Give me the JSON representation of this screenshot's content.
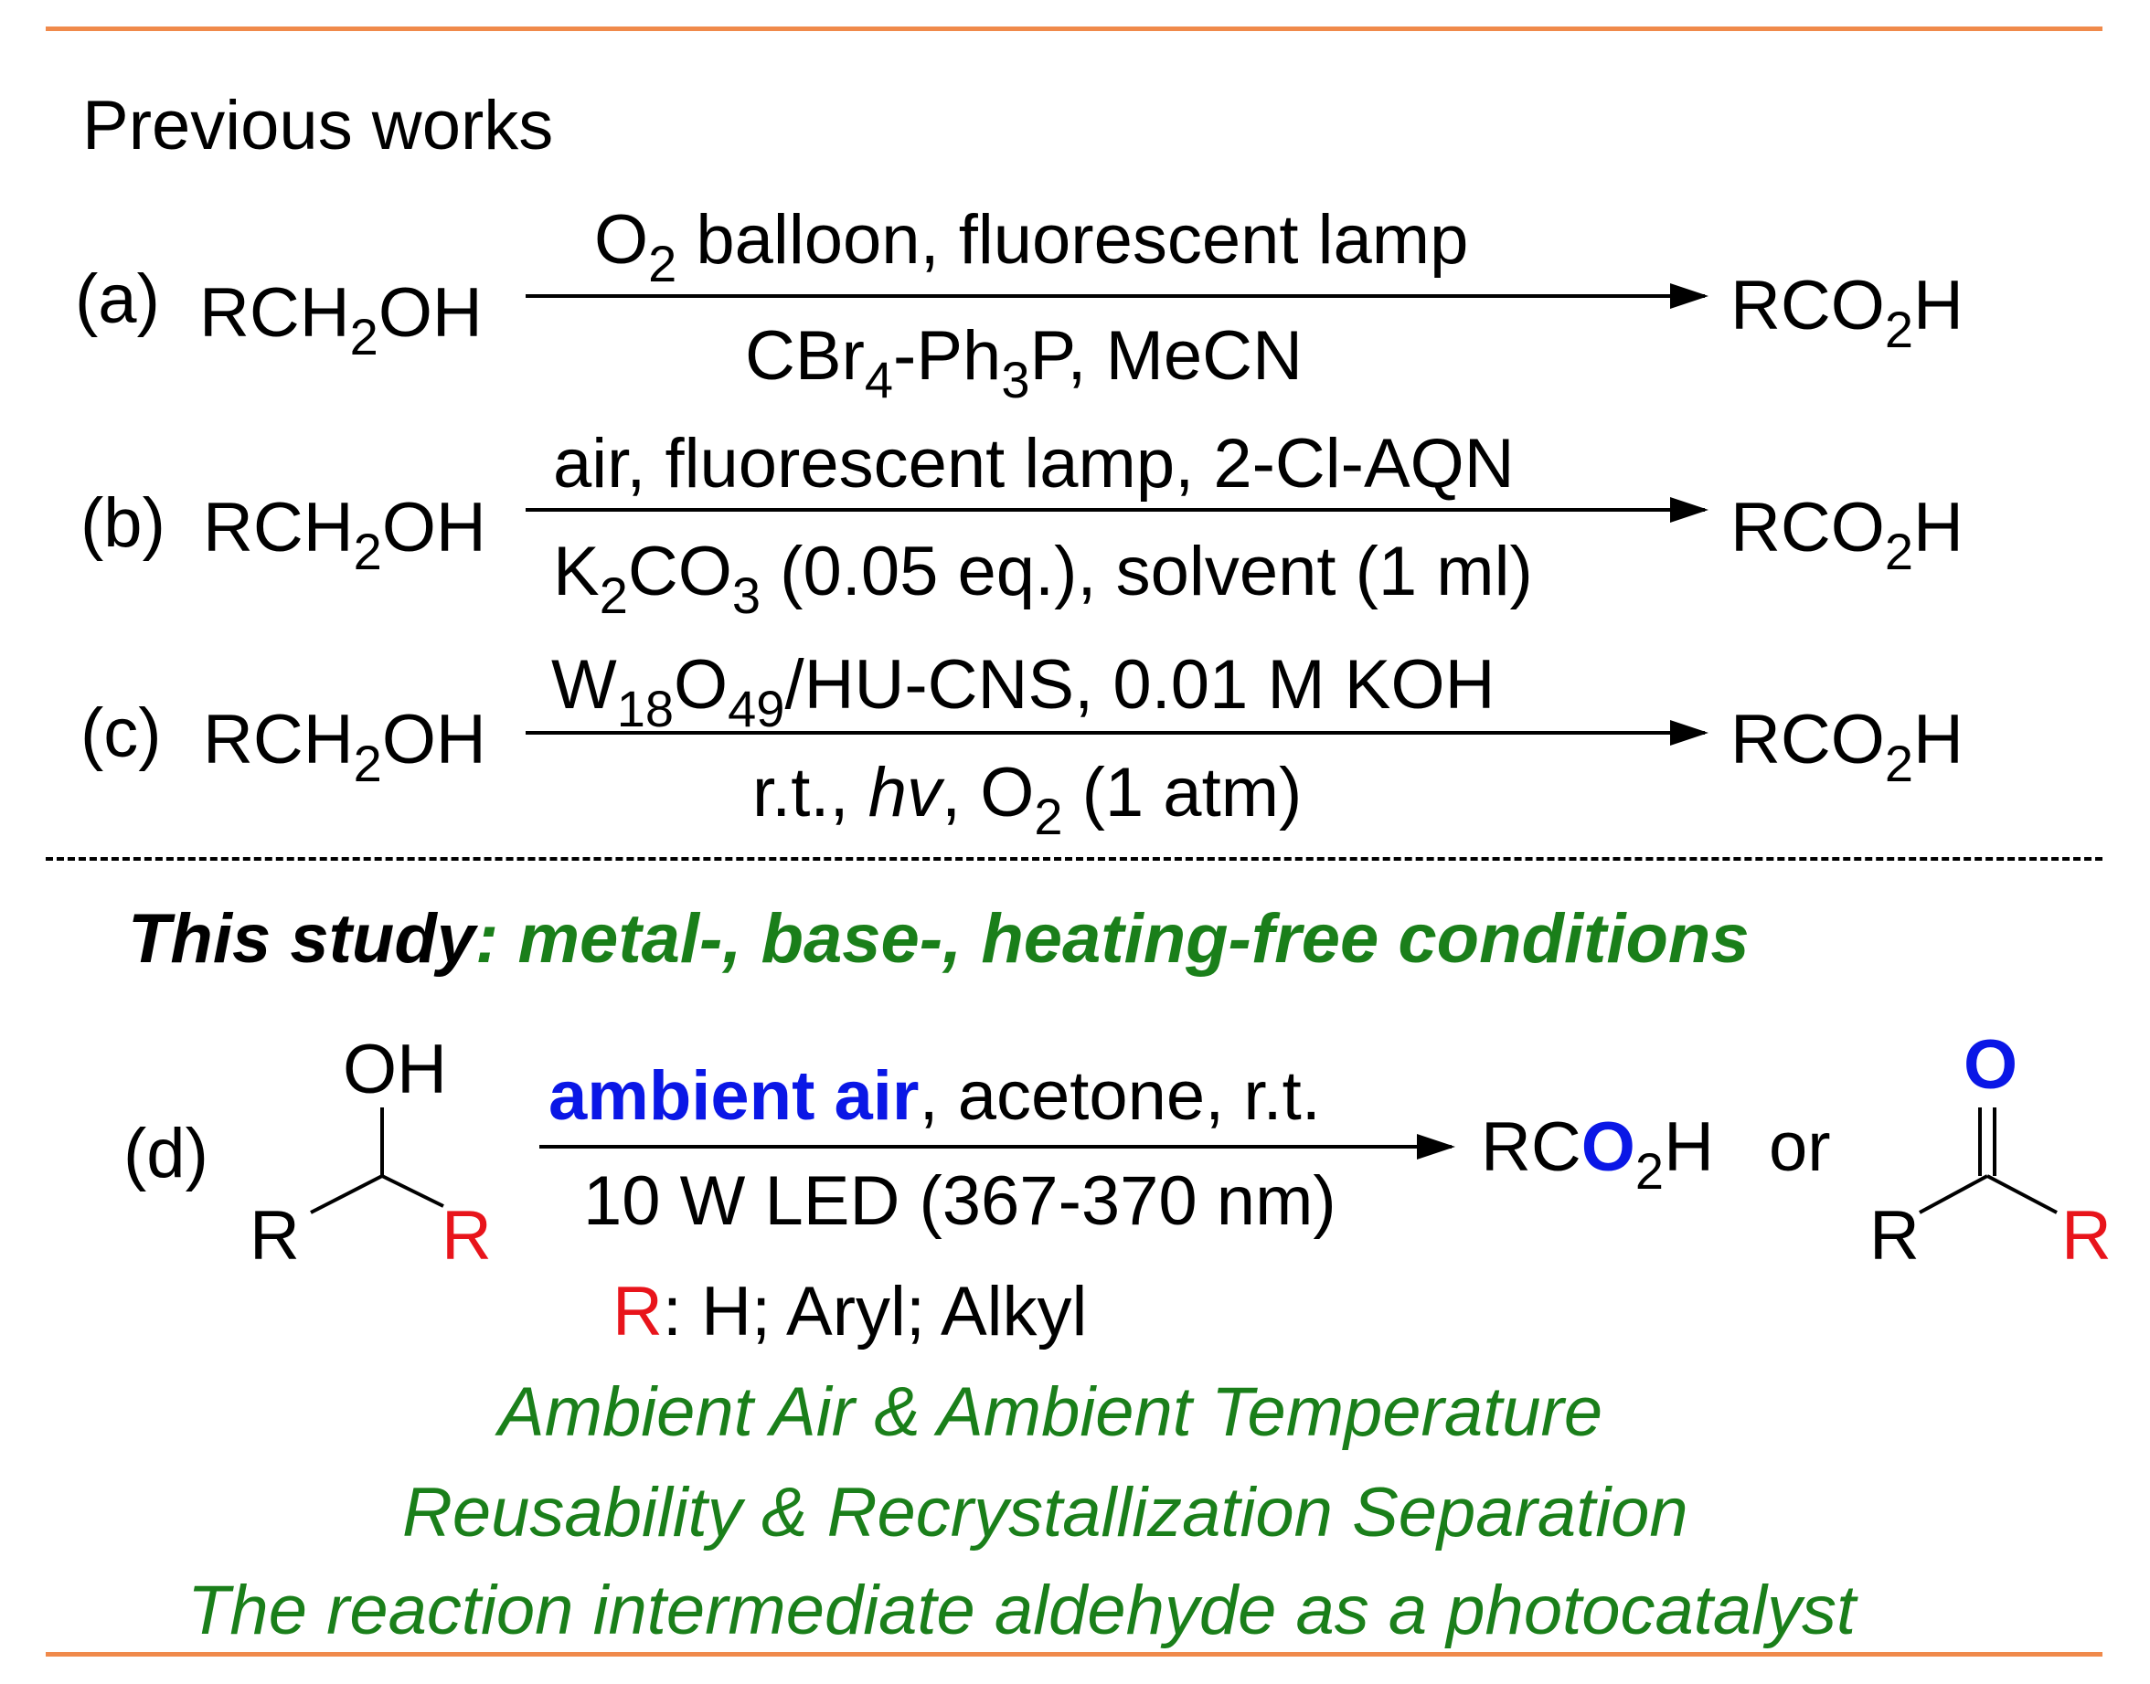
{
  "header": {
    "label": "Previous works"
  },
  "rows": [
    {
      "tag": "(a)",
      "reactant": "RCH",
      "reactant_sub": "2",
      "reactant_tail": "OH",
      "above": {
        "p1": "O",
        "s1": "2",
        "p2": " balloon, fluorescent lamp"
      },
      "below": {
        "p1": "CBr",
        "s1": "4",
        "p2": "-Ph",
        "s2": "3",
        "p3": "P, MeCN"
      },
      "product": "RCO",
      "product_sub": "2",
      "product_tail": "H"
    },
    {
      "tag": "(b)",
      "reactant": "RCH",
      "reactant_sub": "2",
      "reactant_tail": "OH",
      "above": {
        "p1": "air, fluorescent lamp, 2-Cl-AQN"
      },
      "below": {
        "p1": "K",
        "s1": "2",
        "p2": "CO",
        "s2": "3",
        "p3": " (0.05 eq.), solvent (1 ml)"
      },
      "product": "RCO",
      "product_sub": "2",
      "product_tail": "H"
    },
    {
      "tag": "(c)",
      "reactant": "RCH",
      "reactant_sub": "2",
      "reactant_tail": "OH",
      "above": {
        "p1": "W",
        "s1": "18",
        "p2": "O",
        "s2": "49",
        "p3": "/HU-CNS,  0.01 M KOH"
      },
      "below": {
        "p1": "r.t., ",
        "italic": "hv",
        "p2": ", O",
        "s1": "2",
        "p3": " (1 atm)"
      },
      "product": "RCO",
      "product_sub": "2",
      "product_tail": "H"
    }
  ],
  "study": {
    "prefix": "This study",
    "colon": ": ",
    "highlight": "metal-, base-, heating-free conditions"
  },
  "row_d": {
    "tag": "(d)",
    "oh": "OH",
    "r_left": "R",
    "r_right": "R",
    "above_blue": "ambient air",
    "above_rest": ", acetone, r.t.",
    "below": "10 W LED (367-370 nm)",
    "product_rc": "RC",
    "product_o": "O",
    "product_sub": "2",
    "product_h": "H",
    "or": "or",
    "ketone_o": "O",
    "ketone_r_left": "R",
    "ketone_r_right": "R",
    "r_note_r": "R",
    "r_note_rest": ": H; Aryl; Alkyl"
  },
  "highlights": [
    "Ambient Air & Ambient Temperature",
    "Reusability & Recrystallization Separation",
    "The reaction intermediate aldehyde as a photocatalyst"
  ],
  "colors": {
    "rule": "#f08a4b",
    "green": "#1a7f1a",
    "blue": "#0a17e6",
    "red": "#e8141b"
  }
}
